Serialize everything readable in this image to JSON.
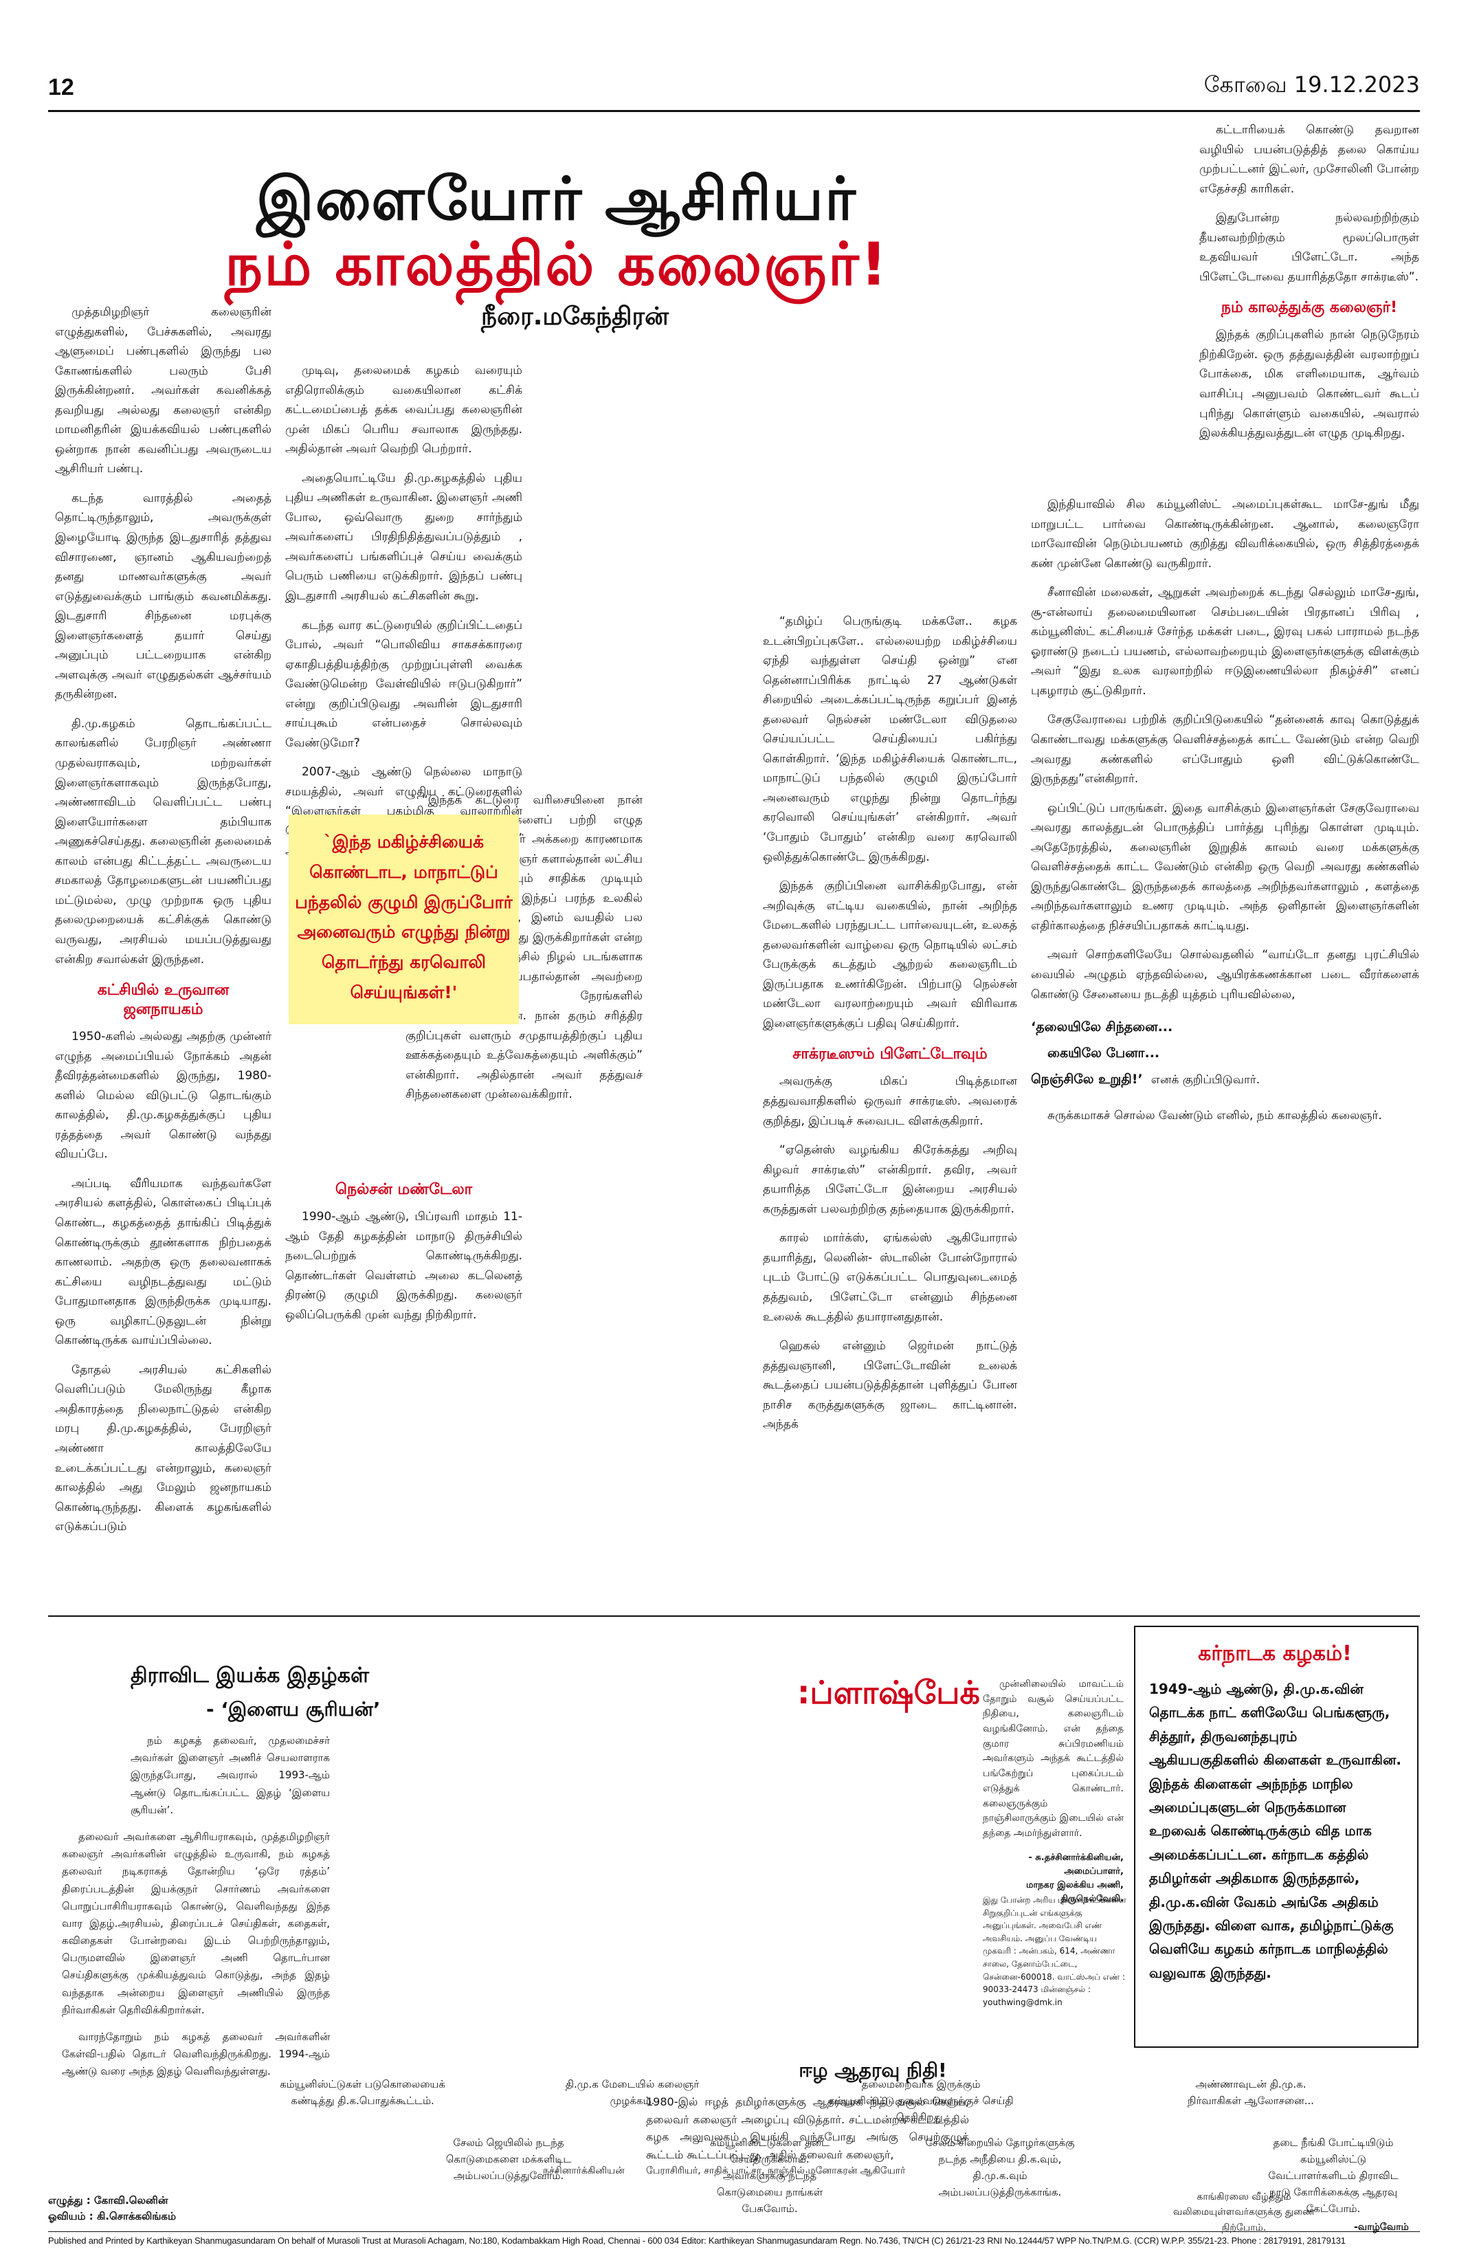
{
  "header": {
    "page_number": "12",
    "edition_date": "கோவை 19.12.2023"
  },
  "headline": {
    "line1": "இளையோர் ஆசிரியர்",
    "line2": "நம் காலத்தில் கலைஞர்!",
    "byline": "நீரை.மகேந்திரன்"
  },
  "col1": {
    "p1": "முத்தமிழறிஞர் கலைஞரின் எழுத்துகளில், பேச்சுகளில், அவரது ஆளுமைப் பண்புகளில் இருந்து பல கோணங்களில் பலரும் பேசி இருக்கின்றனர். அவர்கள் கவனிக்கத் தவறியது அல்லது கலைஞர் என்கிற மாமனிதரின் இயக்கவியல் பண்புகளில் ஒன்றாக நான் கவனிப்பது அவருடைய ஆசிரியர் பண்பு.",
    "p2": "கடந்த வாரத்தில் அதைத் தொட்டிருந்தாலும், அவருக்குள் இழையோடி இருந்த இடதுசாரித் தத்துவ விசாரணை, ஞானம் ஆகியவற்றைத் தனது மாணவர்களுக்கு அவர் எடுத்துவைக்கும் பாங்கும் கவனமிக்கது. இடதுசாரி சிந்தனை மரபுக்கு இளைஞர்களைத் தயார் செய்து அனுப்பும் பட்டறையாக என்கிற அளவுக்கு அவர் எழுதுதல்கள் ஆச்சர்யம் தருகின்றன.",
    "p3": "தி.மு.கழகம் தொடங்கப்பட்ட காலங்களில் பேரறிஞர் அண்ணா முதல்வராகவும், மற்றவர்கள் இளைஞர்களாகவும் இருந்தபோது, அண்ணாவிடம் வெளிப்பட்ட பண்பு இளையோர்களை தம்பியாக அணுகச்செய்தது. கலைஞரின் தலைமைக் காலம் என்பது கிட்டத்தட்ட அவருடைய சமகாலத் தோழமைகளுடன் பயணிப்பது மட்டுமல்ல, முழு முற்றாக ஒரு புதிய தலைமுறையைக் கட்சிக்குக் கொண்டு வருவது, அரசியல் மயப்படுத்துவது என்கிற சவால்கள் இருந்தன.",
    "sub1": "கட்சியில் உருவான ஜனநாயகம்",
    "p4": "1950-களில் அல்லது அதற்கு முன்னர் எழுந்த அமைப்பியல் நோக்கம் அதன் தீவிரத்தன்மைகளில் இருந்து, 1980-களில் மெல்ல விடுபட்டு தொடங்கும் காலத்தில், தி.மு.கழகத்துக்குப் புதிய ரத்தத்தை அவர் கொண்டு வந்தது வியப்பே.",
    "p5": "அப்படி வீரியமாக வந்தவர்களே அரசியல் களத்தில், கொள்கைப் பிடிப்புக் கொண்ட, கழகத்தைத் தாங்கிப் பிடித்துக் கொண்டிருக்கும் தூண்களாக நிற்பதைக் காணலாம். அதற்கு ஒரு தலைவனாகக் கட்சியை வழிநடத்துவது மட்டும் போதுமானதாக இருந்திருக்க முடியாது. ஒரு வழிகாட்டுதலுடன் நின்று கொண்டிருக்க வாய்ப்பில்லை.",
    "p6": "தோதல் அரசியல் கட்சிகளில் வெளிப்படும் மேலிருந்து கீழாக அதிகாரத்தை நிலைநாட்டுதல் என்கிற மரபு தி.மு.கழகத்தில், பேரறிஞர் அண்ணா காலத்திலேயே உடைக்கப்பட்டது என்றாலும், கலைஞர் காலத்தில் அது மேலும் ஜனநாயகம் கொண்டிருந்தது. கிளைக் கழகங்களில் எடுக்கப்படும்"
  },
  "col2": {
    "p1": "முடிவு, தலைமைக் கழகம் வரையும் எதிரொலிக்கும் வகையிலான கட்சிக் கட்டமைப்பைத் தக்க வைப்பது கலைஞரின் முன் மிகப் பெரிய சவாலாக இருந்தது. அதில்தான் அவர் வெற்றி பெற்றார்.",
    "p2": "அதையொட்டியே தி.மு.கழகத்தில் புதிய புதிய அணிகள் உருவாகின. இளைஞர் அணி போல, ஒவ்வொரு துறை சார்ந்தும் அவர்களைப் பிரதிநிதித்துவப்படுத்தும் , அவர்களைப் பங்களிப்புச் செய்ய வைக்கும் பெரும் பணியை எடுக்கிறார். இந்தப் பண்பு இடதுசாரி அரசியல் கட்சிகளின் கூறு.",
    "p3": "கடந்த வார கட்டுரையில் குறிப்பிட்டதைப் போல், அவர் “பொலிவிய சாகசக்காரரை ஏகாதிபத்தியத்திற்கு முற்றுப்புள்ளி வைக்க வேண்டுமென்ற வேள்வியில் ஈடுபடுகிறார்” என்று குறிப்பிடுவது அவரின் இடதுசாரி சாய்புகூம் என்பதைச் சொல்லவும் வேண்டுமோ?",
    "p4": "2007-ஆம் ஆண்டு நெல்லை மாநாடு சமயத்தில், அவர் எழுதிய கட்டுரைகளில் “இளைஞர்கள் புகழ்மிகு வரலாற்றின் பொன்னேடுகள்” என்கிற ஒரு கட்டுரையில், அவர் இவ்வாறு குறிப்பிடுகிறார்.",
    "p5": "“இந்தக் கட்டுரை வரிசையினை நான் ஒன்றும் இளைஞர்களைப் பற்றி எழுத வேண்டும் என்ற திமர் அக்கறை காரணமாக எழுதவில்லை. இளைஞர் களால்தான் லட்சிய வெறியோடு எதையும் சாதிக்க முடியும் என்பதை, அவர்கள் இந்தப் பரந்த உலகில் பல்வேறு நாடுகளில், இனம் வயதில் பல சாதனை களைப் புரிந்து இருக்கிறார்கள் என்ற சான்றுகள் என் நெஞ்சில் நிழல் படங்களாக விரிந்து கொண்டிருப்பதால்தான் அவற்றை இதுபோன்ற நேரங்களில் நினைவுபடுத்துகிறேன். நான் தரும் சரித்திர குறிப்புகள் வளரும் சமுதாயத்திற்குப் புதிய ஊக்கத்தையும் உத்வேகத்தையும் அளிக்கும்” என்கிறார். அதில்தான் அவர் தத்துவச் சிந்தனைகளை முன்வைக்கிறார்.",
    "sub": "நெல்சன் மண்டேலா",
    "p6": "1990-ஆம் ஆண்டு, பிப்ரவரி மாதம் 11-ஆம் தேதி கழகத்தின் மாநாடு திருச்சியில் நடைபெற்றுக் கொண்டிருக்கிறது. தொண்டர்கள் வெள்ளம் அலை கடலெனத் திரண்டு குழுமி இருக்கிறது. கலைஞர் ஒலிப்பெருக்கி முன் வந்து நிற்கிறார்."
  },
  "pullquote": "`இந்த மகிழ்ச்சியைக் கொண்டாட, மாநாட்டுப் பந்தலில் குழுமி இருப்போர் அனைவரும் எழுந்து நின்று தொடர்ந்து கரவொலி செய்யுங்கள்!'",
  "col3": {
    "p1": "“தமிழ்ப் பெருங்குடி மக்களே.. கழக உடன்பிறப்புகளே.. எல்லையற்ற மகிழ்ச்சியை ஏந்தி வந்துள்ள செய்தி ஒன்று” என தென்னாப்பிரிக்க நாட்டில் 27 ஆண்டுகள் சிறையில் அடைக்கப்பட்டிருந்த கறுப்பர் இனத் தலைவர் நெல்சன் மண்டேலா விடுதலை செய்யப்பட்ட செய்தியைப் பகிர்ந்து கொள்கிறார். ‘இந்த மகிழ்ச்சியைக் கொண்டாட, மாநாட்டுப் பந்தலில் குழுமி இருப்போர் அனைவரும் எழுந்து நின்று தொடர்ந்து கரவொலி செய்யுங்கள்’ என்கிறார். அவர் ‘போதும் போதும்’ என்கிற வரை கரவொலி ஒலித்துக்கொண்டே இருக்கிறது.",
    "p2": "இந்தக் குறிப்பினை வாசிக்கிறபோது, என் அறிவுக்கு எட்டிய வகையில், நான் அறிந்த மேடைகளில் பரந்துபட்ட பார்வையுடன், உலகத் தலைவர்களின் வாழ்வை ஒரு நொடியில் லட்சம் பேருக்குக் கடத்தும் ஆற்றல் கலைஞரிடம் இருப்பதாக உணர்கிறேன். பிற்பாடு நெல்சன் மண்டேலா வரலாற்றையும் அவர் விரிவாக இளைஞர்களுக்குப் பதிவு செய்கிறார்.",
    "sub": "சாக்ரடீஸும் பிளேட்டோவும்",
    "p3": "அவருக்கு மிகப் பிடித்தமான தத்துவவாதிகளில் ஒருவர் சாக்ரடீஸ். அவரைக் குறித்து, இப்படிச் சுவைபட விளக்குகிறார்.",
    "p4": "“ஏதென்ஸ் வழங்கிய கிரேக்கத்து அறிவு கிழவர் சாக்ரடீஸ்” என்கிறார். தவிர, அவர் தயாரித்த பிளேட்டோ இன்றைய அரசியல் கருத்துகள் பலவற்றிற்கு தந்தையாக இருக்கிறார்.",
    "p5": "காரல் மார்க்ஸ், ஏங்கல்ஸ் ஆகியோரால் தயாரித்து, லெனின்- ஸ்டாலின் போன்றோரால் புடம் போட்டு எடுக்கப்பட்ட பொதுவுடைமைத் தத்துவம், பிளேட்டோ என்னும் சிந்தனை உலைக் கூடத்தில் தயாரானதுதான்.",
    "p6": "ஹெகல் என்னும் ஜெர்மன் நாட்டுத் தத்துவஞானி, பிளேட்டோவின் உலைக் கூடத்தைப் பயன்படுத்தித்தான் புளித்துப் போன நாசிச கருத்துகளுக்கு ஜாடை காட்டினான். அந்தக்"
  },
  "col4": {
    "p1": "கட்டாரியைக் கொண்டு தவறான வழியில் பயன்படுத்தித் தலை கொய்ய முற்பட்டனர் இட்லர், முசோலினி போன்ற எதேச்சதி காரிகள்.",
    "p2": "இதுபோன்ற நல்லவற்றிற்கும் தீயனவற்றிற்கும் மூலப்பொருள் உதவியவர் பிளேட்டோ. அந்த பிளேட்டோவை தயாரித்ததோ சாக்ரடீஸ்”.",
    "sub": "நம் காலத்துக்கு கலைஞர்!",
    "p3": "இந்தக் குறிப்புகளில் நான் நெடுநேரம் நிற்கிறேன். ஒரு தத்துவத்தின் வரலாற்றுப் போக்கை, மிக எளிமையாக, ஆர்வம் வாசிப்பு அனுபவம் கொண்டவர் கூடப் புரிந்து கொள்ளும் வகையில், அவரால் இலக்கியத்துவத்துடன் எழுத முடிகிறது.",
    "p4": "இந்தியாவில் சில கம்யூனிஸ்ட் அமைப்புகள்கூட மாசே-துங் மீது மாறுபட்ட பார்வை கொண்டிருக்கின்றன. ஆனால், கலைஞரோ மாவோவின் நெடும்பயணம் குறித்து விவரிக்கையில், ஒரு சித்திரத்தைக் கண் முன்னே கொண்டு வருகிறார்.",
    "p5": "சீனாவின் மலைகள், ஆறுகள் அவற்றைக் கடந்து செல்லும் மாசே-துங், சூ-என்லாய் தலைமையிலான செம்படையின் பிரதானப் பிரிவு , கம்யூனிஸ்ட் கட்சியைச் சேர்ந்த மக்கள் படை, இரவு பகல் பாராமல் நடந்த ஓராண்டு நடைப் பயணம், எல்லாவற்றையும் இளைஞர்களுக்கு விளக்கும் அவர் “இது உலக வரலாற்றில் ஈடுஇணையில்லா நிகழ்ச்சி” எனப் புகழாரம் சூட்டுகிறார்.",
    "p6": "சேகுவேராவை பற்றிக் குறிப்பிடுகையில் “தன்னைக் காவு கொடுத்துக் கொண்டாவது மக்களுக்கு வெளிச்சத்தைக் காட்ட வேண்டும் என்ற வெறி அவரது கண்களில் எப்போதும் ஒளி விட்டுக்கொண்டே இருந்தது”என்கிறார்.",
    "p7": "ஒப்பிட்டுப் பாருங்கள். இதை வாசிக்கும் இளைஞர்கள் சேகுவேராவை அவரது காலத்துடன் பொருத்திப் பார்த்து புரிந்து கொள்ள முடியும். அதேநேரத்தில், கலைஞரின் இறுதிக் காலம் வரை மக்களுக்கு வெளிச்சத்தைக் காட்ட வேண்டும் என்கிற ஒரு வெறி அவரது கண்களில் இருந்துகொண்டே இருந்ததைக் காலத்தை அறிந்தவர்களாலும் , களத்தை அறிந்தவர்களாலும் உணர முடியும். அந்த ஒளிதான் இளைஞர்களின் எதிர்காலத்தை நிச்சயிப்பதாகக் காட்டியது.",
    "p8": "அவர் சொற்களிலேயே சொல்வதனில் “வாய்டோ தனது புரட்சியில் வையில் அழுதம் ஏந்தவில்லை, ஆயிரக்கணக்கான படை வீரர்களைக் கொண்டு சேனையை நடத்தி யுத்தம் புரியவில்லை,",
    "q1": "‘தலையிலே சிந்தனை...",
    "q2": "கையிலே பேனா...",
    "q3": "நெஞ்சிலே உறுதி!’",
    "q3b": "எனக் குறிப்பிடுவார்.",
    "p9": "சுருக்கமாகச் சொல்ல வேண்டும் எனில், நம் காலத்தில் கலைஞர்."
  },
  "dravida": {
    "title1": "திராவிட இயக்க இதழ்கள்",
    "title2": "- ‘இளைய சூரியன்’",
    "p1": "நம் கழகத் தலைவர், முதலமைச்சர் அவர்கள் இளைஞர் அணிச் செயலாளராக இருந்தபோது, அவரால் 1993-ஆம் ஆண்டு தொடங்கப்பட்ட இதழ் ‘இளைய சூரியன்’.",
    "p2": "தலைவர் அவர்களை ஆசிரியராகவும், முத்தமிழறிஞர் கலைஞர் அவர்களின் எழுத்தில் உருவாகி, நம் கழகத் தலைவர் நடிகராகத் தோன்றிய ‘ஒரே ரத்தம்’ திரைப்படத்தின் இயக்குநர் சொர்ணம் அவர்களை பொறுப்பாசிரியராகவும் கொண்டு, வெளிவந்தது இந்த வார இதழ்.அரசியல், திரைப்படச் செய்திகள், கதைகள், கவிதைகள் போன்றவை இடம் பெற்றிருந்தாலும், பெருமளவில் இளைஞர் அணி தொடர்பான செய்திகளுக்கு முக்கியத்துவம் கொடுத்து, அந்த இதழ் வந்ததாக அன்றைய இளைஞர் அணியில் இருந்த நிர்வாகிகள் தெரிவிக்கிறார்கள்.",
    "p3": "வாரந்தோறும் நம் கழகத் தலைவர் அவர்களின் கேள்வி-பதில் தொடர் வெளிவந்திருக்கிறது. 1994-ஆம் ஆண்டு வரை அந்த இதழ் வெளிவந்துள்ளது."
  },
  "flashback": {
    "title": ":ப்ளாஷ்பேக்",
    "letter1": "முன்னிலையில் மாவட்டம் தோறும் வசூல் செய்யப்பட்ட நிதியை, கலைஞரிடம் வழங்கினோம். என் தந்தை குமார சுப்பிரமணியம் அவர்களும் அந்தக் கூட்டத்தில் பங்கேற்றுப் புகைப்படம் எடுத்துக் கொண்டார். கலைஞருக்கும் நாஞ்சிலாருக்கும் இடையில் என் தந்தை அமர்ந்துள்ளார்.",
    "sig1": "- சு.தச்சினார்க்கினியன்,",
    "sig2": "அமைப்பாளர்,",
    "sig3": "மாநகர இலக்கிய அணி,",
    "sig4": "திருநெல்வேலி.",
    "notice": "இது போன்ற அரிய புகைப் படங்களை சிறுகுறிப்புடன் எங்களுக்கு அனுப்புங்கள். அவைபேசி எண் அவசியம். அனுப்ப வேண்டிய முகவரி : அன்பகம், 614, அண்ணா சாலை, தேனாம்பேட்டை, சென்னை-600018. வாட்ஸ்அப் எண் : 90033-24473 மின்னஞ்சல் : youthwing@dmk.in",
    "eelam_title": "ஈழ ஆதரவு நிதி!",
    "eelam_body": "1980-இல் ஈழத் தமிழர்களுக்கு ஆதரவாக நிதி வசூல் செய்ய, தலைவர் கலைஞர் அழைப்பு விடுத்தார். சட்டமன்றக் கட்டடத்தில் கழக அலுவலகம் இயங்கி வந்தபோது அங்கு செயற்குழுக் கூட்டம் கூட்டப்பட்டது. அதில் தலைவர் கலைஞர்,",
    "eelam_names_label": "நச்சினார்க்கினியன்",
    "eelam_names": "பேராசிரியர், சாதிக் பாட்சா, நாஞ்சில் மனோகரன் ஆகியோர்"
  },
  "karnataka": {
    "title": "கர்நாடக கழகம்!",
    "body": "1949-ஆம் ஆண்டு, தி.மு.க.வின் தொடக்க நாட் களிலேயே பெங்களூரு, சித்தூர், திருவனந்தபுரம் ஆகியபகுதிகளில் கிளைகள் உருவாகின. இந்தக் கிளைகள் அந்நந்த மாநில அமைப்புகளுடன் நெருக்கமான உறவைக் கொண்டிருக்கும் வித மாக அமைக்கப்பட்டன. கர்நாடக கத்தில் தமிழர்கள் அதிகமாக இருந்ததால், தி.மு.க.வின் வேகம் அங்கே அதிகம் இருந்தது. விளை வாக, தமிழ்நாட்டுக்கு வெளியே கழகம் கர்நாடக மாநிலத்தில் வலுவாக இருந்தது."
  },
  "cartoon": {
    "c1": "கம்யூனிஸ்ட்டுகள் படுகொலையைக் கண்டித்து தி.க.பொதுக்கூட்டம்.",
    "c2": "தி.மு.க மேடையில் கலைஞர் முழக்கம்.",
    "c3": "தலைமறைவாக இருக்கும் கம்யூனிஸ்ட்டு தலைவர்களுக்குச் செய்தி தெரிகிறது.",
    "c4": "அண்ணாவுடன் தி.மு.க. நிர்வாகிகள் ஆலோசனை...",
    "c5": "சேலம் ஜெயிலில் நடந்த கொடுமைகளை மக்களிடிட அம்பலப்படுத்துவோம்.",
    "c6": "கம்யூனிஸ்ட்டுகளை தடை செய்திருக்கலாம். அவர்களுக்கு நடந்த கொடுமையை நாங்கள் பேசுவோம்.",
    "c7": "சேலம் சிறையில் தோழர்களுக்கு நடந்த அநீதியை தி.க.வும், தி.மு.க.வும் அம்பலப்படுத்திருக்காங்க.",
    "c8": "தடை நீங்கி போட்டியிடும் கம்யூனிஸ்ட்டு வேட்பாளர்களிடம் திராவிட நாடு கோரிக்கைக்கு ஆதரவு கேட்போம்.",
    "c9": "காங்கிரஸை வீழ்த்தும் வலிமையுள்ளவர்களுக்கு துணை நிற்போம்.",
    "c9_sign": "-வாழ்வோம்"
  },
  "credits": {
    "writer": "எழுத்து : கோவி.லெனின்",
    "artist": "ஓவியம் : கி.சொக்கலிங்கம்"
  },
  "imprint": "Published and Printed by Karthikeyan Shanmugasundaram On behalf of Murasoli Trust at Murasoli Achagam, No:180, Kodambakkam High Road, Chennai - 600 034 Editor: Karthikeyan Shanmugasundaram Regn. No.7436, TN/CH (C) 261/21-23 RNI No.12444/57 WPP No.TN/P.M.G. (CCR) W.P.P. 355/21-23. Phone : 28179191, 28179131"
}
